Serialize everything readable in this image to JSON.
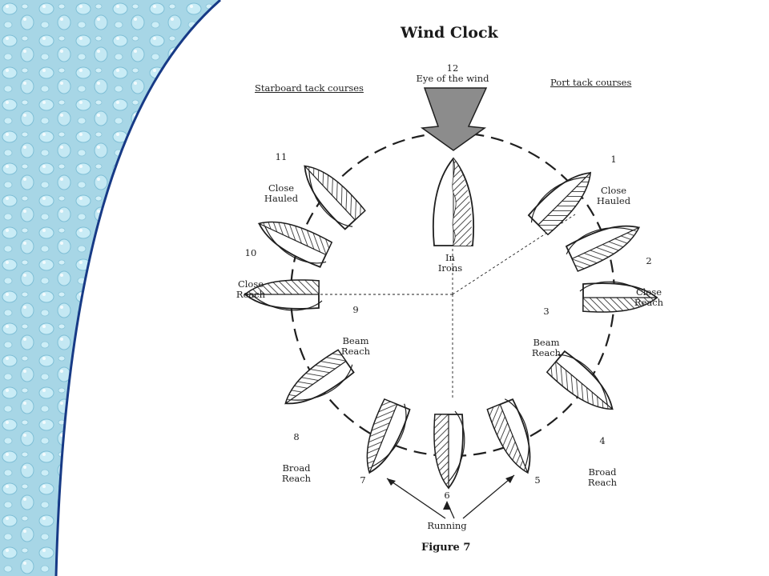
{
  "diagram": {
    "title": "Wind Clock",
    "starboard_heading": "Starboard tack courses",
    "port_heading": "Port tack courses",
    "caption": "Figure 7",
    "positions": [
      {
        "num": "12",
        "text": "Eye of the wind"
      },
      {
        "num": "1",
        "text": "Close\nHauled"
      },
      {
        "num": "2",
        "text": "Close\nReach"
      },
      {
        "num": "3",
        "text": "Beam\nReach"
      },
      {
        "num": "4",
        "text": "Broad\nReach"
      },
      {
        "num": "5",
        "text": ""
      },
      {
        "num": "6",
        "text": ""
      },
      {
        "num": "7",
        "text": ""
      },
      {
        "num": "8",
        "text": "Broad\nReach"
      },
      {
        "num": "9",
        "text": "Beam\nReach"
      },
      {
        "num": "10",
        "text": "Close\nReach"
      },
      {
        "num": "11",
        "text": "Close\nHauled"
      }
    ],
    "in_irons": "In\nIrons",
    "running": "Running"
  },
  "colors": {
    "background_pattern": "#a9d8e8",
    "sidebar_curve": "#173a86",
    "ink": "#1f1f1f",
    "arrow_fill": "#8c8c8c"
  }
}
